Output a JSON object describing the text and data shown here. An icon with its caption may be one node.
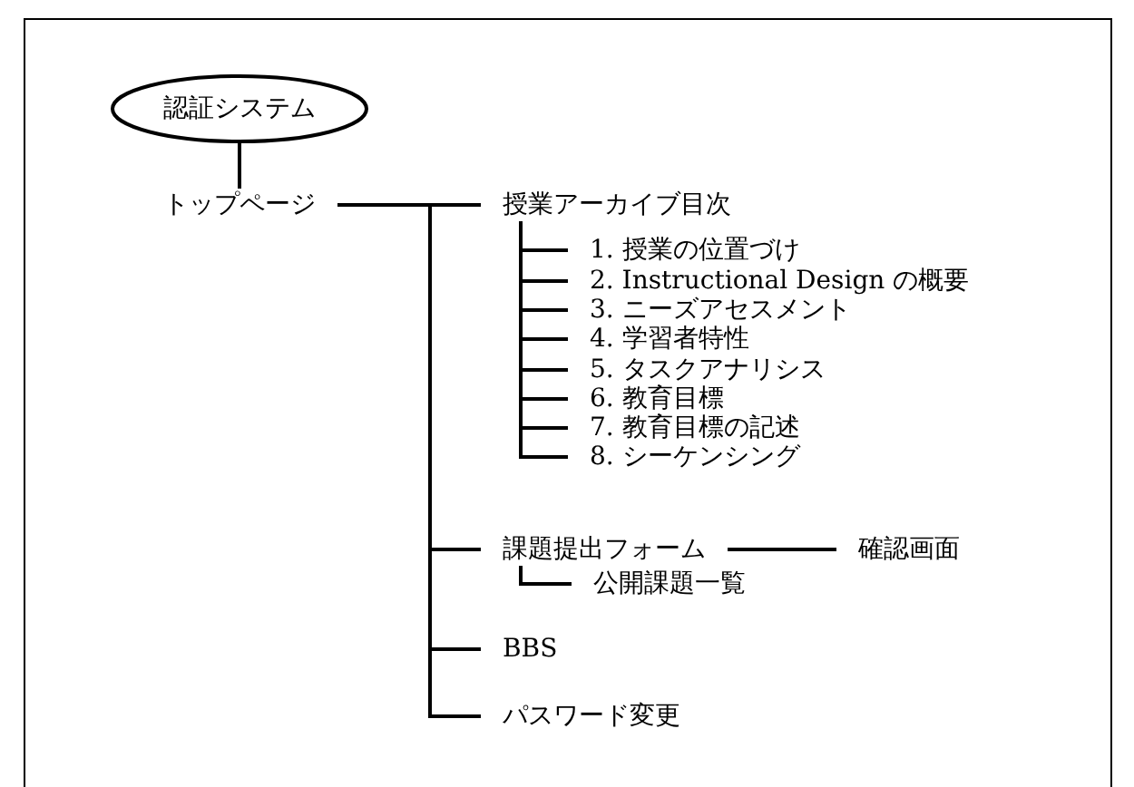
{
  "diagram": {
    "nodes": [
      {
        "text": [
          "認証システム"
        ]
      },
      {
        "text": [
          "トップページ"
        ]
      },
      {
        "text": [
          "授業アーカイブ目次"
        ]
      },
      {
        "text": [
          "1. 授業の位置づけ"
        ]
      },
      {
        "text": [
          "2. Instructional Design の概要"
        ]
      },
      {
        "text": [
          "3. ニーズアセスメント"
        ]
      },
      {
        "text": [
          "4. 学習者特性"
        ]
      },
      {
        "text": [
          "5. タスクアナリシス"
        ]
      },
      {
        "text": [
          "6. 教育目標"
        ]
      },
      {
        "text": [
          "7. 教育目標の記述"
        ]
      },
      {
        "text": [
          "8. シーケンシング"
        ]
      },
      {
        "text": [
          "課題提出フォーム"
        ]
      },
      {
        "text": [
          "確認画面"
        ]
      },
      {
        "text": [
          "公開課題一覧"
        ]
      },
      {
        "text": [
          "BBS"
        ]
      },
      {
        "text": [
          "パスワード変更"
        ]
      }
    ],
    "edges": [
      {
        "from": 0,
        "to": 1,
        "arrow": "none"
      },
      {
        "from": 1,
        "to": 2,
        "arrow": "none"
      },
      {
        "from": 2,
        "to": 3,
        "arrow": "none"
      },
      {
        "from": 2,
        "to": 4,
        "arrow": "none"
      },
      {
        "from": 2,
        "to": 5,
        "arrow": "none"
      },
      {
        "from": 2,
        "to": 6,
        "arrow": "none"
      },
      {
        "from": 2,
        "to": 7,
        "arrow": "none"
      },
      {
        "from": 2,
        "to": 8,
        "arrow": "none"
      },
      {
        "from": 2,
        "to": 9,
        "arrow": "none"
      },
      {
        "from": 2,
        "to": 10,
        "arrow": "none"
      },
      {
        "from": 1,
        "to": 11,
        "arrow": "none"
      },
      {
        "from": 11,
        "to": 12,
        "arrow": "none"
      },
      {
        "from": 11,
        "to": 13,
        "arrow": "none"
      },
      {
        "from": 1,
        "to": 14,
        "arrow": "none"
      },
      {
        "from": 1,
        "to": 15,
        "arrow": "none"
      }
    ]
  }
}
